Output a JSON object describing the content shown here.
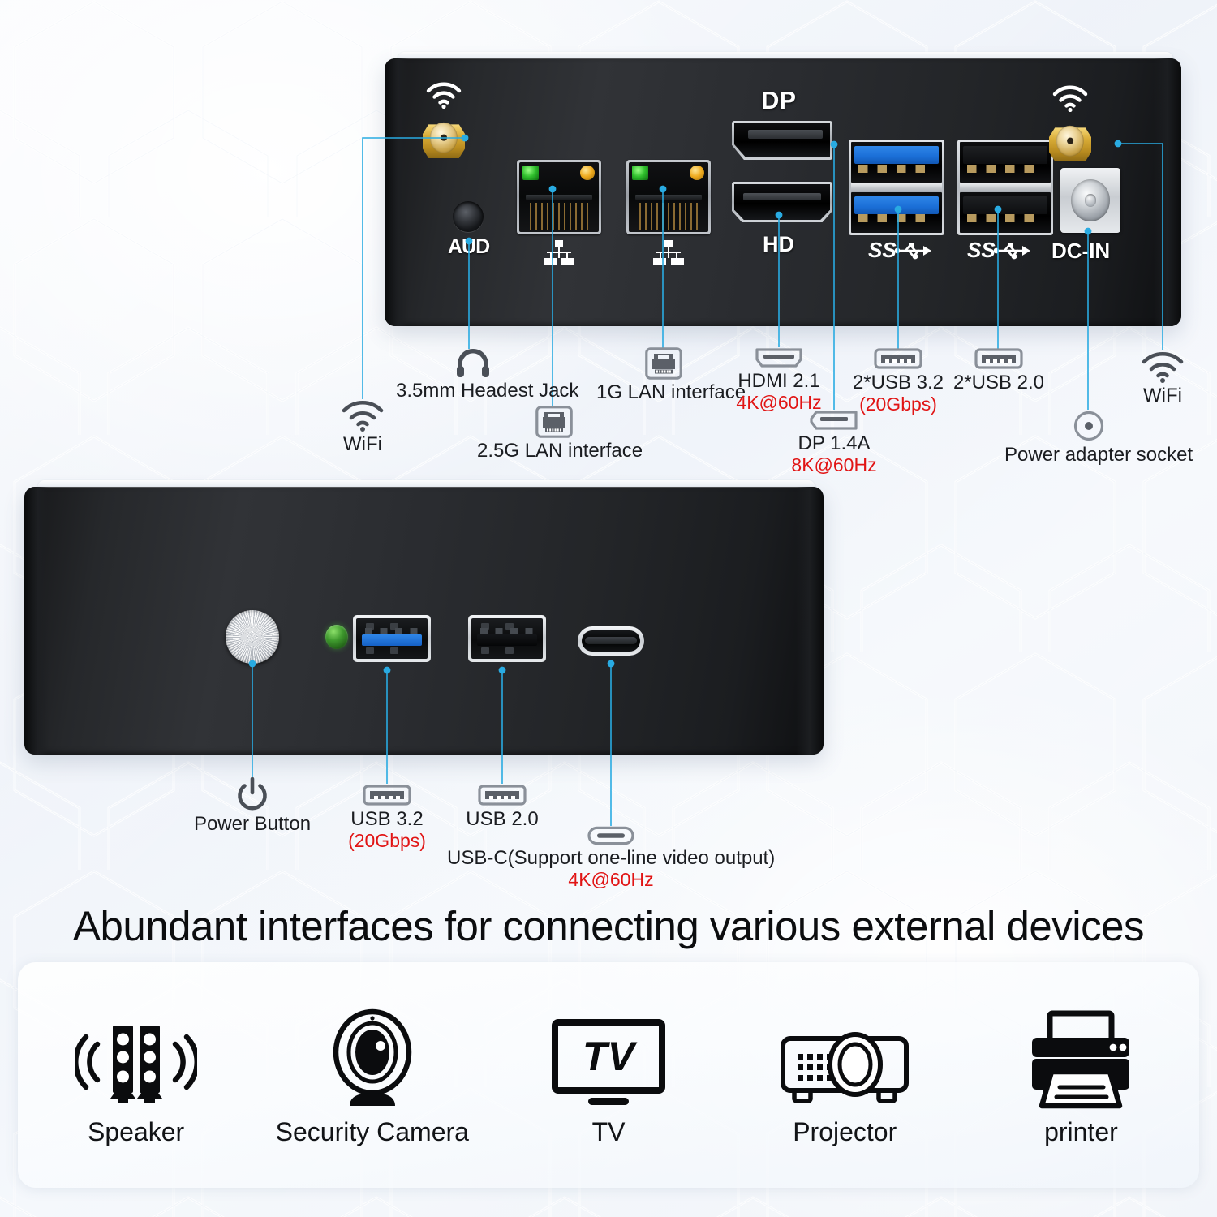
{
  "headline": "Abundant interfaces for connecting various external devices",
  "colors": {
    "leader_line": "#29abe2",
    "label_text": "#1b1d21",
    "spec_red": "#e11414",
    "usb3_blue": "#1a6ed6",
    "background": "#eef2f8"
  },
  "rear_panel": {
    "name": "rear-io-panel",
    "silkscreen": [
      {
        "id": "dp-silk",
        "text": "DP"
      },
      {
        "id": "hd-silk",
        "text": "HD"
      },
      {
        "id": "aud-silk",
        "text": "AUD"
      },
      {
        "id": "dcin-silk",
        "text": "DC-IN"
      },
      {
        "id": "ss-left-silk",
        "text": "SS"
      },
      {
        "id": "ss-right-silk",
        "text": "SS"
      }
    ],
    "ports": [
      {
        "id": "wifi-antenna-left",
        "icon": "wifi-icon"
      },
      {
        "id": "wifi-antenna-right",
        "icon": "wifi-icon"
      },
      {
        "id": "audio-jack",
        "icon": "headphone-icon"
      },
      {
        "id": "lan-1g",
        "icon": "lan-icon"
      },
      {
        "id": "lan-25g",
        "icon": "lan-icon"
      },
      {
        "id": "displayport",
        "icon": "displayport-icon"
      },
      {
        "id": "hdmi",
        "icon": "hdmi-icon"
      },
      {
        "id": "usb32-stack",
        "icon": "usb-icon"
      },
      {
        "id": "usb20-stack",
        "icon": "usb-icon"
      },
      {
        "id": "dc-in",
        "icon": "dc-jack-icon"
      }
    ]
  },
  "rear_callouts": [
    {
      "id": "wifi-left",
      "icon": "wifi-icon",
      "title": "WiFi",
      "sub": ""
    },
    {
      "id": "headset-jack",
      "icon": "headphone-icon",
      "title": "3.5mm Headest Jack",
      "sub": ""
    },
    {
      "id": "lan-25g",
      "icon": "lan-icon",
      "title": "2.5G LAN interface",
      "sub": ""
    },
    {
      "id": "lan-1g",
      "icon": "lan-icon",
      "title": "1G LAN interface",
      "sub": ""
    },
    {
      "id": "hdmi",
      "icon": "hdmi-icon",
      "title": "HDMI 2.1",
      "sub": "4K@60Hz"
    },
    {
      "id": "displayport",
      "icon": "displayport-icon",
      "title": "DP 1.4A",
      "sub": "8K@60Hz"
    },
    {
      "id": "usb32",
      "icon": "usb-icon",
      "title": "2*USB 3.2",
      "sub": "(20Gbps)"
    },
    {
      "id": "usb20",
      "icon": "usb-icon",
      "title": "2*USB 2.0",
      "sub": ""
    },
    {
      "id": "power-socket",
      "icon": "dc-jack-icon",
      "title": "Power adapter socket",
      "sub": ""
    },
    {
      "id": "wifi-right",
      "icon": "wifi-icon",
      "title": "WiFi",
      "sub": ""
    }
  ],
  "front_panel": {
    "name": "front-io-panel",
    "ports": [
      {
        "id": "power-button",
        "icon": "power-icon"
      },
      {
        "id": "power-led",
        "icon": "led-icon"
      },
      {
        "id": "usb32",
        "icon": "usb-icon"
      },
      {
        "id": "usb20",
        "icon": "usb-icon"
      },
      {
        "id": "usb-c",
        "icon": "usb-c-icon"
      }
    ]
  },
  "front_callouts": [
    {
      "id": "power-button",
      "icon": "power-icon",
      "title": "Power Button",
      "sub": ""
    },
    {
      "id": "usb32",
      "icon": "usb-icon",
      "title": "USB 3.2",
      "sub": "(20Gbps)"
    },
    {
      "id": "usb20",
      "icon": "usb-icon",
      "title": "USB 2.0",
      "sub": ""
    },
    {
      "id": "usb-c",
      "icon": "usb-c-icon",
      "title": "USB-C(Support one-line video output)",
      "sub": "4K@60Hz"
    }
  ],
  "devices": [
    {
      "id": "speaker",
      "icon": "speaker-icon",
      "label": "Speaker"
    },
    {
      "id": "security-camera",
      "icon": "webcam-icon",
      "label": "Security Camera"
    },
    {
      "id": "tv",
      "icon": "tv-icon",
      "label": "TV",
      "screen_text": "TV"
    },
    {
      "id": "projector",
      "icon": "projector-icon",
      "label": "Projector"
    },
    {
      "id": "printer",
      "icon": "printer-icon",
      "label": "printer"
    }
  ]
}
